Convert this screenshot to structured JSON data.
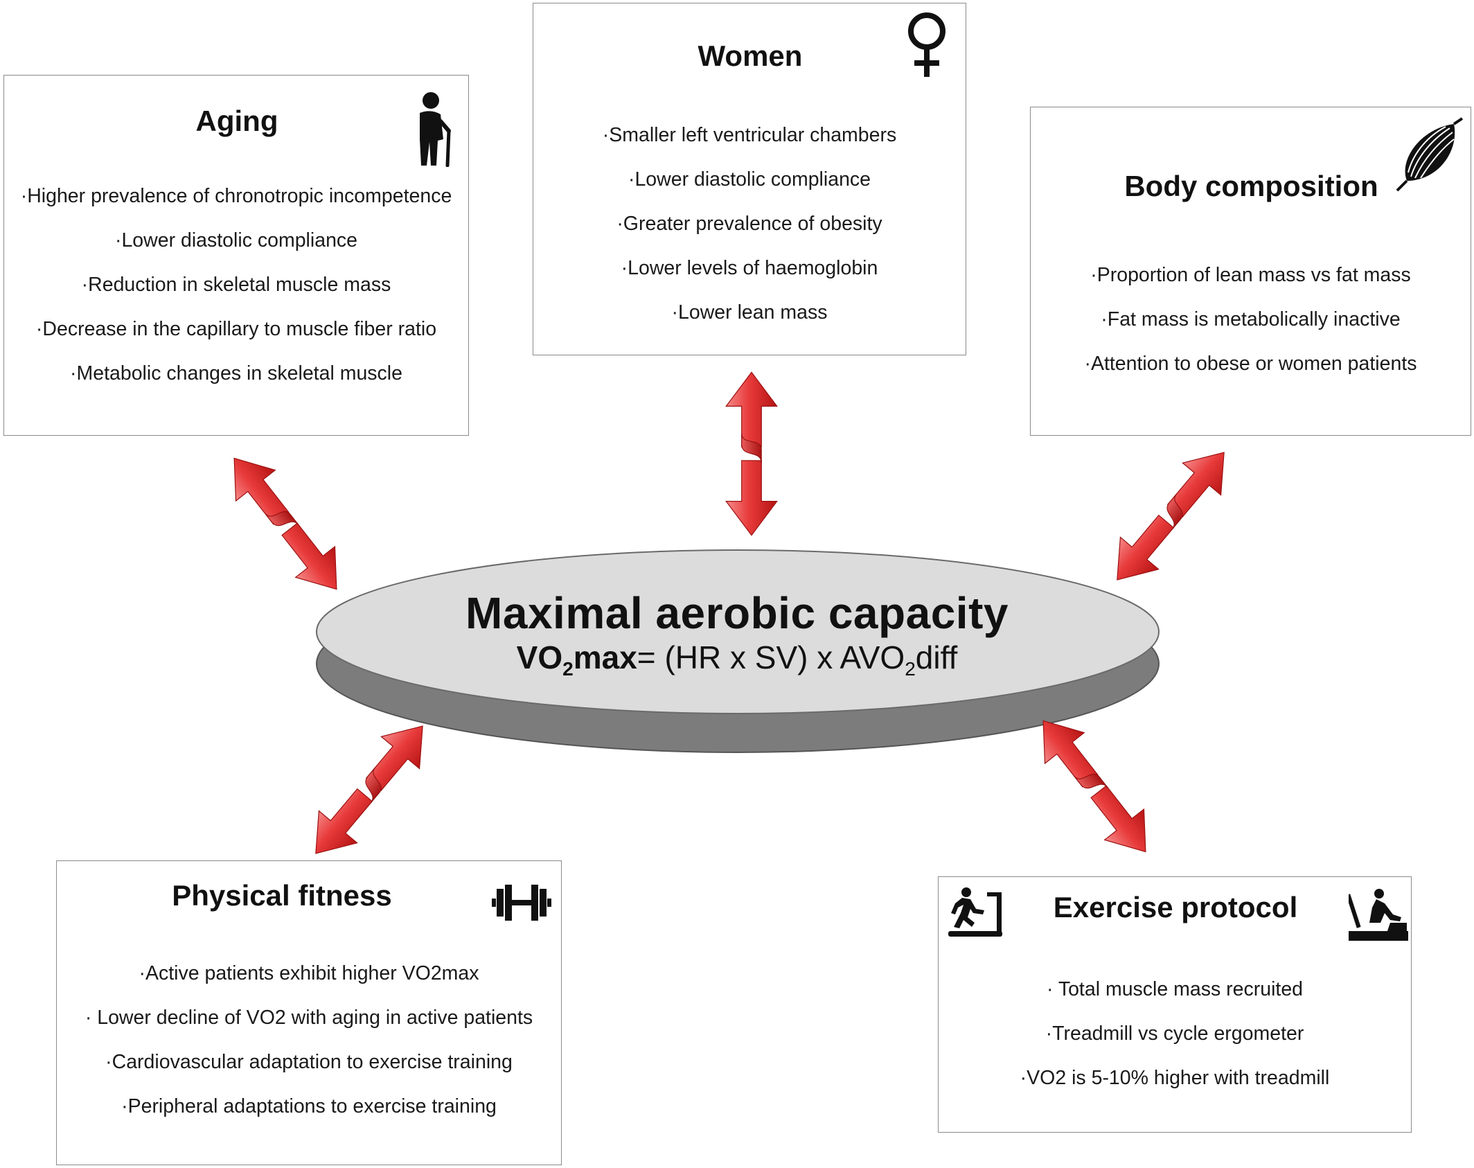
{
  "center": {
    "title": "Maximal aerobic capacity",
    "formula_vo": "VO",
    "formula_sub1": "2",
    "formula_max": "max",
    "formula_mid": "= (HR x SV) x AVO",
    "formula_sub2": "2",
    "formula_end": "diff"
  },
  "aging": {
    "title": "Aging",
    "items": [
      "·Higher prevalence of chronotropic incompetence",
      "·Lower diastolic compliance",
      "·Reduction in skeletal muscle mass",
      "·Decrease in the capillary to muscle fiber ratio",
      "·Metabolic changes in skeletal muscle"
    ],
    "icon": "elderly-person-icon"
  },
  "women": {
    "title": "Women",
    "items": [
      "·Smaller left ventricular chambers",
      "·Lower diastolic compliance",
      "·Greater prevalence of obesity",
      "·Lower levels of haemoglobin",
      "·Lower lean mass"
    ],
    "icon": "female-symbol-icon"
  },
  "body_composition": {
    "title": "Body composition",
    "items": [
      "·Proportion of lean mass vs fat mass",
      "·Fat mass is metabolically inactive",
      "·Attention to obese or women patients"
    ],
    "icon": "muscle-icon"
  },
  "physical_fitness": {
    "title": "Physical fitness",
    "items": [
      "·Active patients exhibit higher VO2max",
      "· Lower decline of VO2 with aging in active patients",
      "·Cardiovascular adaptation to exercise training",
      "·Peripheral adaptations to exercise training"
    ],
    "icon": "dumbbell-icon"
  },
  "exercise_protocol": {
    "title": "Exercise protocol",
    "items": [
      "· Total muscle mass recruited",
      "·Treadmill vs cycle ergometer",
      "·VO2 is 5-10% higher with treadmill"
    ],
    "icons": [
      "treadmill-icon",
      "cycle-ergometer-icon"
    ]
  },
  "colors": {
    "arrow_light": "#f26a6a",
    "arrow_dark": "#c81a1a",
    "disk_top": "#dcdcdc",
    "disk_side": "#7a7a7a",
    "border": "#8a8a8a"
  }
}
